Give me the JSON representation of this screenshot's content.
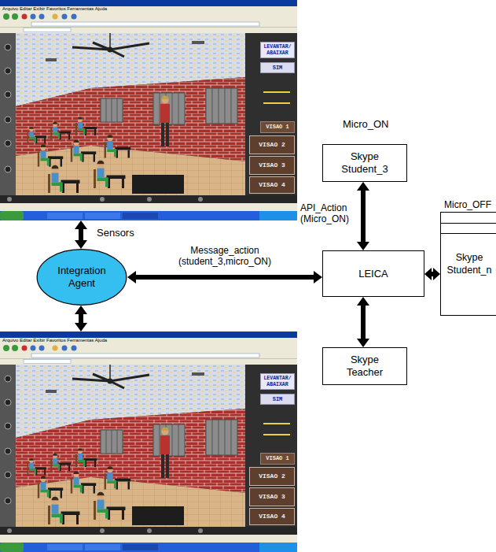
{
  "diagram": {
    "nodes": [
      {
        "text": [
          "LEVANTAR/ ABAIXAR",
          "SIM",
          "VISAO 1",
          "VISAO 2",
          "VISAO 3",
          "VISAO 4"
        ]
      },
      {
        "text": [
          "Skype Student_3"
        ]
      },
      {
        "text": [
          "Integration Agent"
        ]
      },
      {
        "text": [
          "LEICA"
        ]
      },
      {
        "text": [
          "Skype Student_n"
        ]
      },
      {
        "text": [
          "LEVANTAR/ ABAIXAR",
          "SIM",
          "VISAO 1",
          "VISAO 2",
          "VISAO 3",
          "VISAO 4"
        ]
      },
      {
        "text": [
          "Skype Teacher"
        ]
      }
    ],
    "edges": [
      {
        "from": 0,
        "to": 2,
        "arrow": "both",
        "label": "Sensors"
      },
      {
        "from": 2,
        "to": 5,
        "arrow": "both"
      },
      {
        "from": 2,
        "to": 3,
        "arrow": "both",
        "label": "Message_action (student_3,micro_ON)"
      },
      {
        "from": 3,
        "to": 1,
        "arrow": "both",
        "label": "API_Action (Micro_ON)"
      },
      {
        "from": 3,
        "to": 6,
        "arrow": "both"
      },
      {
        "from": 3,
        "to": 4,
        "arrow": "both"
      }
    ],
    "labels": [
      "Micro_ON",
      "Micro_OFF",
      "Arquivo Editar Exibir Favoritos Ferramentas Ajuda",
      "Arquivo Editar Exibir Favoritos Ferramentas Ajuda"
    ]
  }
}
